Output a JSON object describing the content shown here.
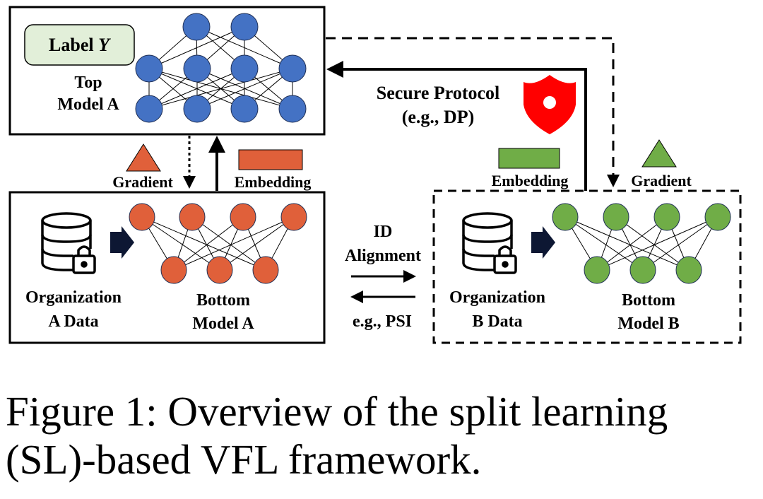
{
  "diagram": {
    "label_box": {
      "prefix": "Label ",
      "var": "Y"
    },
    "top_model": {
      "line1": "Top",
      "line2": "Model A"
    },
    "secure": {
      "line1": "Secure Protocol",
      "line2": "(e.g., DP)"
    },
    "party_a": {
      "gradient": "Gradient",
      "embedding": "Embedding",
      "data_line1": "Organization",
      "data_line2": "A Data",
      "model_line1": "Bottom",
      "model_line2": "Model A"
    },
    "party_b": {
      "gradient": "Gradient",
      "embedding": "Embedding",
      "data_line1": "Organization",
      "data_line2": "B Data",
      "model_line1": "Bottom",
      "model_line2": "Model B"
    },
    "id_alignment": {
      "line1": "ID",
      "line2": "Alignment",
      "note": "e.g., PSI"
    }
  },
  "caption": {
    "line1": "Figure 1: Overview of the split learning",
    "line2": "(SL)-based VFL framework."
  },
  "colors": {
    "top_nodes": "#4472c4",
    "party_a": "#e0603a",
    "party_b": "#70ad47",
    "shield": "#ff0000",
    "label_box_fill": "#e2efd9"
  },
  "icons": [
    "database-lock-icon",
    "shield-icon",
    "right-arrow-icon"
  ]
}
